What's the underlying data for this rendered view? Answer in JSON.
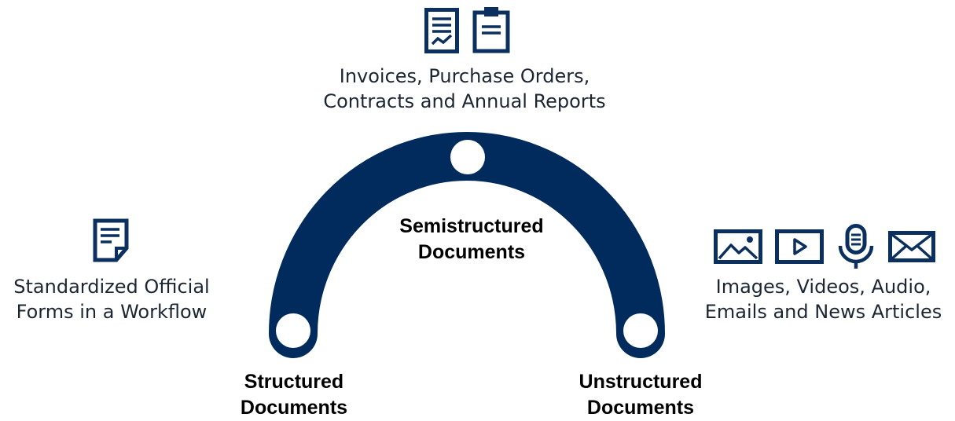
{
  "colors": {
    "arc": "#002b5c",
    "icon": "#0b2f5e",
    "node_fill": "#ffffff",
    "text": "#1c2633",
    "label": "#000000"
  },
  "structured": {
    "icon": "form-document-icon",
    "description": [
      "Standardized Official",
      "Forms in a Workflow"
    ],
    "label": [
      "Structured",
      "Documents"
    ]
  },
  "semistructured": {
    "icons": [
      "report-chart-document-icon",
      "clipboard-icon"
    ],
    "description": [
      "Invoices, Purchase Orders,",
      "Contracts and Annual Reports"
    ],
    "label": [
      "Semistructured",
      "Documents"
    ]
  },
  "unstructured": {
    "icons": [
      "image-icon",
      "video-icon",
      "microphone-icon",
      "email-icon"
    ],
    "description": [
      "Images, Videos, Audio,",
      "Emails and News Articles"
    ],
    "label": [
      "Unstructured",
      "Documents"
    ]
  }
}
